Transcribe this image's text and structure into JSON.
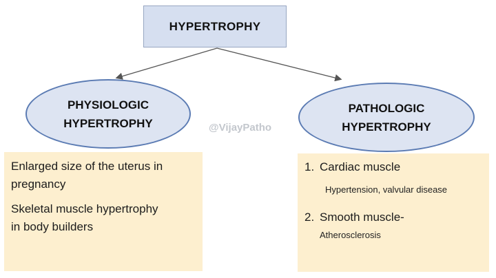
{
  "root": {
    "label": "HYPERTROPHY"
  },
  "branches": [
    {
      "title_line1": "PHYSIOLOGIC",
      "title_line2": "HYPERTROPHY",
      "examples": [
        {
          "line1": "Enlarged size of the uterus in",
          "line2": "pregnancy"
        },
        {
          "line1": "Skeletal muscle hypertrophy",
          "line2": "in body builders"
        }
      ]
    },
    {
      "title_line1": "PATHOLOGIC",
      "title_line2": "HYPERTROPHY",
      "examples": [
        {
          "number": "1.",
          "label": "Cardiac muscle",
          "detail": "Hypertension, valvular disease"
        },
        {
          "number": "2.",
          "label": "Smooth  muscle-",
          "detail": "Atherosclerosis"
        }
      ]
    }
  ],
  "watermark": "@VijayPatho",
  "colors": {
    "root_fill": "#d6dff0",
    "ellipse_fill": "#dde4f2",
    "ellipse_border": "#5b7bb3",
    "panel_fill": "#fdefcf",
    "arrow": "#555555"
  }
}
